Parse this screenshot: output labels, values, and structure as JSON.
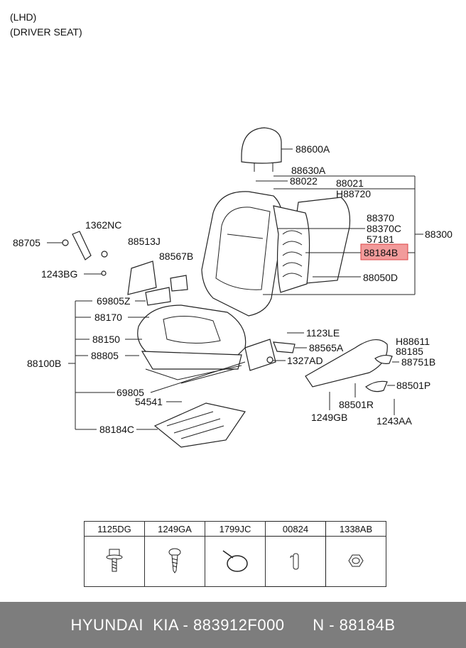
{
  "header": {
    "line1": "(LHD)",
    "line2": "(DRIVER SEAT)"
  },
  "parts": {
    "p88600A": "88600A",
    "p88630A": "88630A",
    "p88021": "88021",
    "p88022": "88022",
    "pH88720": "H88720",
    "p88370": "88370",
    "p88370C": "88370C",
    "p57181": "57181",
    "p88300": "88300",
    "p88184B": "88184B",
    "p88050D": "88050D",
    "p88705": "88705",
    "p1362NC": "1362NC",
    "p88513J": "88513J",
    "p88567B": "88567B",
    "p1243BG": "1243BG",
    "p69805Z": "69805Z",
    "p88170": "88170",
    "p88150": "88150",
    "p88805": "88805",
    "p88100B": "88100B",
    "p69805": "69805",
    "p54541": "54541",
    "p88184C": "88184C",
    "p1123LE": "1123LE",
    "p88565A": "88565A",
    "p1327AD": "1327AD",
    "pH88611": "H88611",
    "p88185": "88185",
    "p88751B": "88751B",
    "p88501P": "88501P",
    "p88501R": "88501R",
    "p1249GB": "1249GB",
    "p1243AA": "1243AA"
  },
  "hardware_table": {
    "codes": [
      "1125DG",
      "1249GA",
      "1799JC",
      "00824",
      "1338AB"
    ],
    "icons": [
      "flange-bolt-icon",
      "screw-icon",
      "clip-band-icon",
      "pin-icon",
      "nut-icon"
    ]
  },
  "footer": {
    "brand": "HYUNDAI  KIA - 883912F000",
    "ref": "N - 88184B"
  },
  "colors": {
    "highlight": "#f29b9b",
    "footer_bg": "#7d7d7d"
  }
}
